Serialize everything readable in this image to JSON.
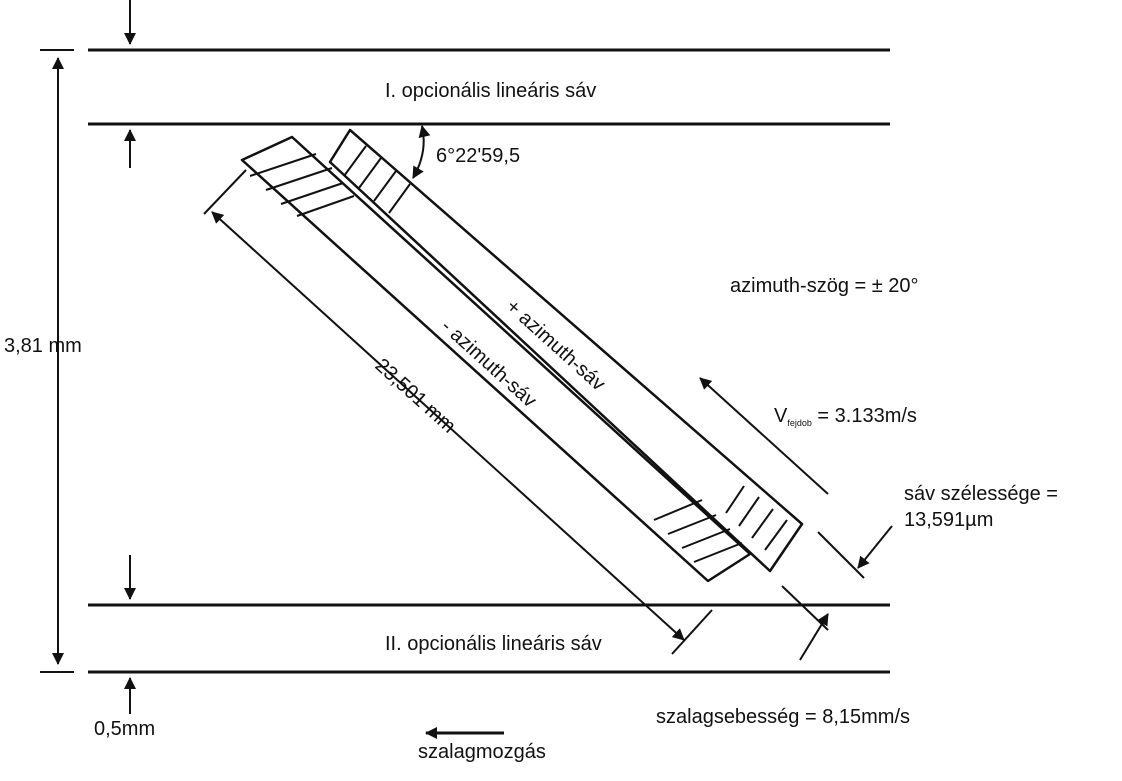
{
  "labels": {
    "band_one": "I. opcionális lineáris sáv",
    "band_two": "II. opcionális lineáris sáv",
    "angle": "6°22'59,5",
    "azimuth_angle": "azimuth-szög = ± 20°",
    "plus_track": "+ azimuth-sáv",
    "minus_track": "- azimuth-sáv",
    "track_length": "23,501 mm",
    "tape_width": "3,81 mm",
    "head_speed_prefix": "V",
    "head_speed_sub": "fejdob",
    "head_speed_value": " = 3.133m/s",
    "track_width_label": "sáv szélessége =",
    "track_width_value": "13,591µm",
    "edge_margin": "0,5mm",
    "tape_speed": "szalagsebesség = 8,15mm/s",
    "tape_motion": "szalagmozgás"
  },
  "colors": {
    "ink": "#111111",
    "paper": "#ffffff",
    "bleed": "#c9c9c9"
  }
}
